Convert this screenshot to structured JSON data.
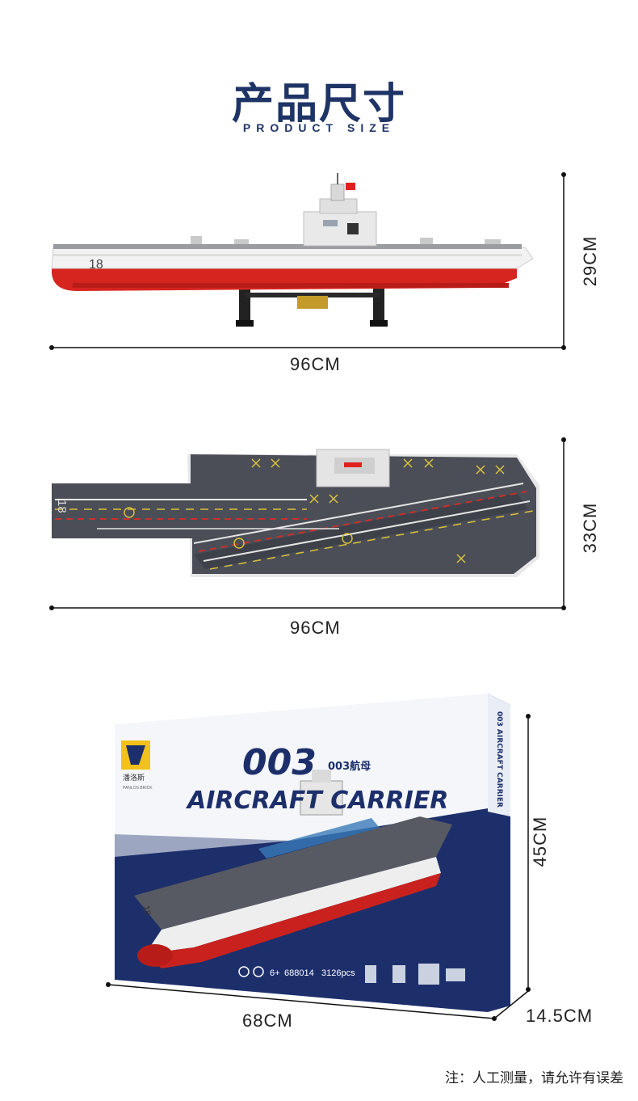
{
  "header": {
    "title_zh": "产品尺寸",
    "title_en": "PRODUCT SIZE"
  },
  "side_view": {
    "width_label": "96CM",
    "height_label": "29CM",
    "hull_number": "18"
  },
  "top_view": {
    "width_label": "96CM",
    "height_label": "33CM",
    "deck_number": "18"
  },
  "box": {
    "width_label": "68CM",
    "height_label": "45CM",
    "depth_label": "14.5CM",
    "logo_text": "潘洛斯",
    "logo_sub": "PANLOS BRICK",
    "model_number": "003",
    "model_cn": "003航母",
    "model_name": "AIRCRAFT CARRIER",
    "spine_text": "003 AIRCRAFT CARRIER",
    "footer_age": "6+",
    "footer_code": "688014",
    "footer_pcs": "3126pcs",
    "hull_number": "18"
  },
  "footer": {
    "note": "注：人工测量，请允许有误差"
  },
  "colors": {
    "title_blue": "#1f3466",
    "hull_red": "#d6241f",
    "deck_gray": "#4b4e57",
    "box_navy": "#1d2f6b"
  }
}
